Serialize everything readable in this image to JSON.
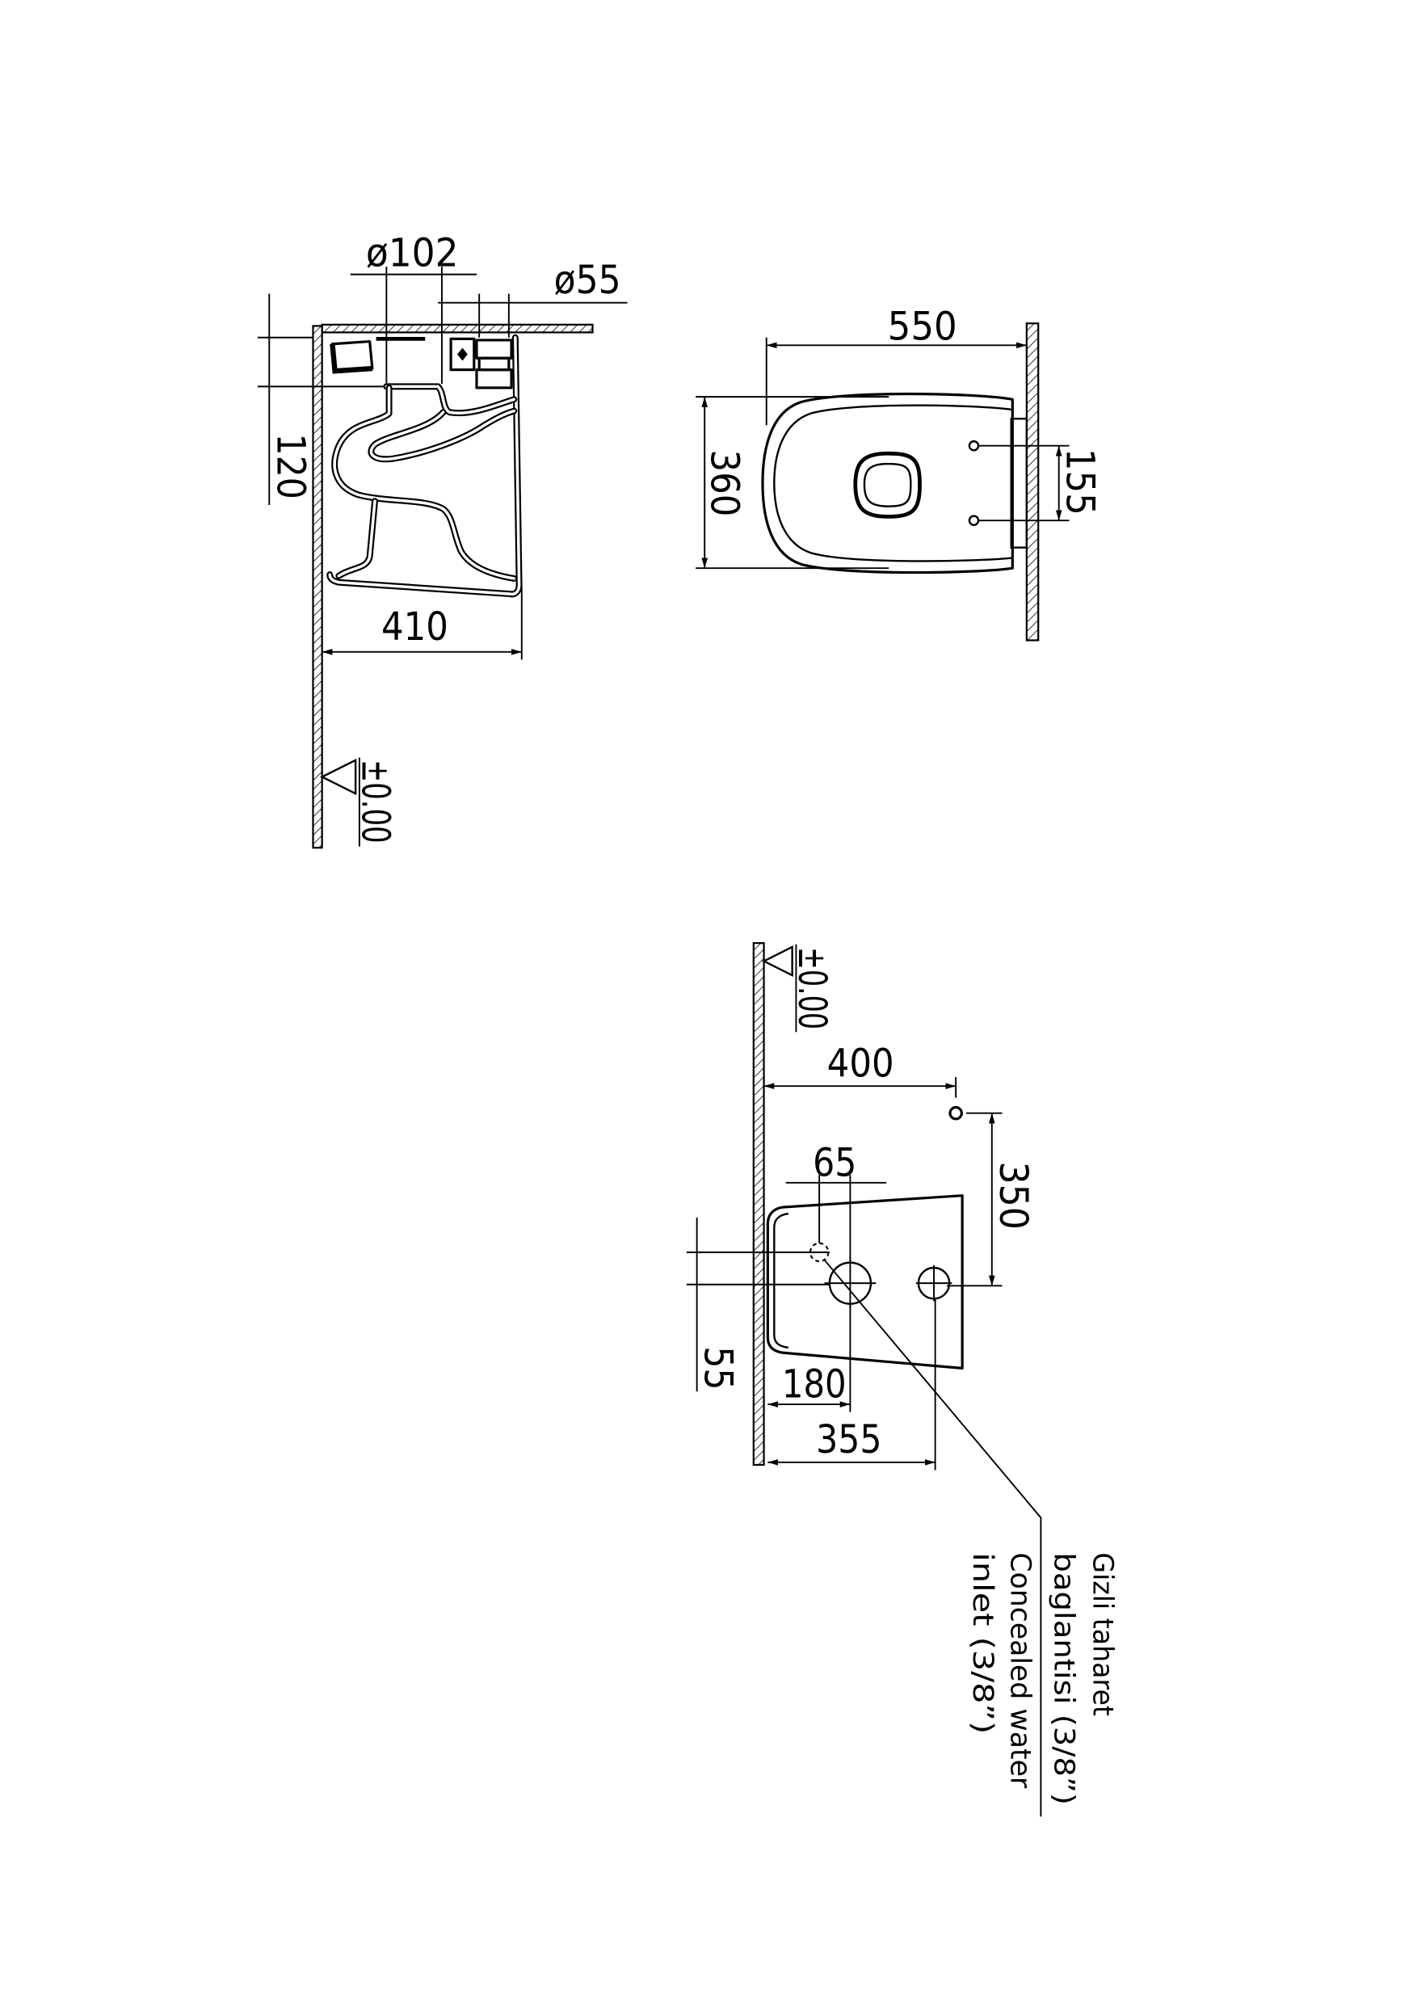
{
  "side_view": {
    "dim_outlet": "ø102",
    "dim_inlet": "ø55",
    "dim_height": "120",
    "dim_depth": "410",
    "level": "±0.00"
  },
  "top_view": {
    "dim_length": "550",
    "dim_width": "360",
    "dim_fixing": "155"
  },
  "front_view": {
    "level": "±0.00",
    "dim_400": "400",
    "dim_65": "65",
    "dim_350": "350",
    "dim_55": "55",
    "dim_180": "180",
    "dim_355": "355"
  },
  "note": {
    "tr": [
      "Gizli taharet",
      "baglantisi (3/8”)"
    ],
    "en": [
      "Concealed water",
      "inlet (3/8”)"
    ]
  },
  "colors": {
    "line": "#000000",
    "background": "#ffffff"
  }
}
